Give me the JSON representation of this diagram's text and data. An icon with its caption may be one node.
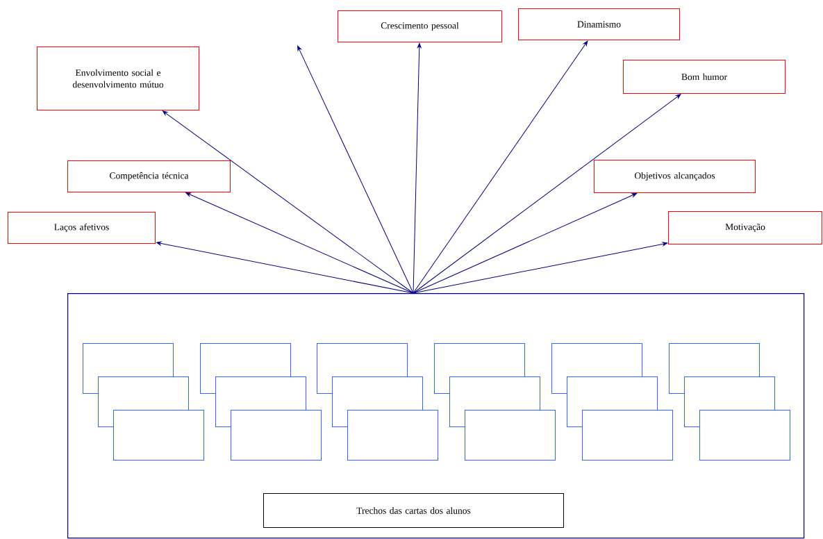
{
  "diagram": {
    "nodes": [
      {
        "text": [
          "Crescimento pessoal"
        ]
      },
      {
        "text": [
          "Dinamismo"
        ]
      },
      {
        "text": [
          "Envolvimento social e desenvolvimento mútuo"
        ]
      },
      {
        "text": [
          "Bom humor"
        ]
      },
      {
        "text": [
          "Competência técnica"
        ]
      },
      {
        "text": [
          "Objetivos alcançados"
        ]
      },
      {
        "text": [
          "Laços afetivos"
        ]
      },
      {
        "text": [
          "Motivação"
        ]
      },
      {
        "text": [],
        "shape": "box"
      },
      {
        "text": [],
        "shape": "box",
        "in": 8
      },
      {
        "text": [],
        "shape": "box",
        "in": 8
      },
      {
        "text": [],
        "shape": "box",
        "in": 8
      },
      {
        "text": [],
        "shape": "box",
        "in": 8
      },
      {
        "text": [],
        "shape": "box",
        "in": 8
      },
      {
        "text": [],
        "shape": "box",
        "in": 8
      },
      {
        "text": [],
        "shape": "box",
        "in": 8
      },
      {
        "text": [],
        "shape": "box",
        "in": 8
      },
      {
        "text": [],
        "shape": "box",
        "in": 8
      },
      {
        "text": [],
        "shape": "box",
        "in": 8
      },
      {
        "text": [],
        "shape": "box",
        "in": 8
      },
      {
        "text": [],
        "shape": "box",
        "in": 8
      },
      {
        "text": [],
        "shape": "box",
        "in": 8
      },
      {
        "text": [],
        "shape": "box",
        "in": 8
      },
      {
        "text": [],
        "shape": "box",
        "in": 8
      },
      {
        "text": [],
        "shape": "box",
        "in": 8
      },
      {
        "text": [],
        "shape": "box",
        "in": 8
      },
      {
        "text": [],
        "shape": "box",
        "in": 8
      },
      {
        "text": [
          "Trechos das cartas dos alunos"
        ],
        "in": 8
      }
    ],
    "edges": [
      {
        "from": 8,
        "to": 6,
        "arrow": "to"
      },
      {
        "from": 8,
        "to": 4,
        "arrow": "to"
      },
      {
        "from": 8,
        "to": 2,
        "arrow": "to"
      },
      {
        "from": 8,
        "to": null,
        "arrow": "to"
      },
      {
        "from": 8,
        "to": 0,
        "arrow": "to"
      },
      {
        "from": 8,
        "to": 1,
        "arrow": "to"
      },
      {
        "from": 8,
        "to": 3,
        "arrow": "to"
      },
      {
        "from": 8,
        "to": 5,
        "arrow": "to"
      },
      {
        "from": 8,
        "to": 7,
        "arrow": "to"
      }
    ]
  }
}
